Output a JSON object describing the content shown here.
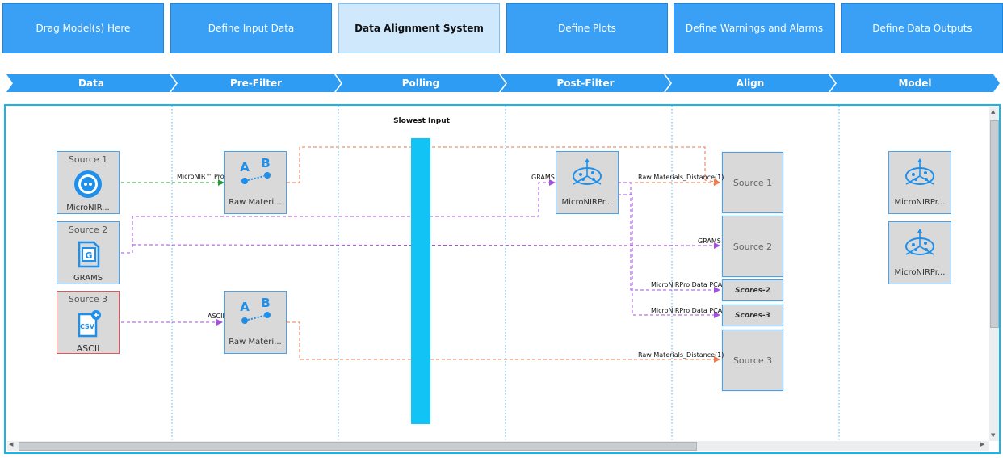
{
  "tabs": [
    {
      "label": "Drag Model(s) Here"
    },
    {
      "label": "Define Input Data"
    },
    {
      "label": "Data Alignment System"
    },
    {
      "label": "Define Plots"
    },
    {
      "label": "Define Warnings and Alarms"
    },
    {
      "label": "Define Data Outputs"
    }
  ],
  "stages": [
    {
      "label": "Data"
    },
    {
      "label": "Pre-Filter"
    },
    {
      "label": "Polling"
    },
    {
      "label": "Post-Filter"
    },
    {
      "label": "Align"
    },
    {
      "label": "Model"
    }
  ],
  "polling": {
    "label": "Slowest Input"
  },
  "sources": [
    {
      "title": "Source 1",
      "label": "MicroNIR...",
      "icon": "micronir-device-icon"
    },
    {
      "title": "Source 2",
      "label": "GRAMS",
      "icon": "grams-file-icon"
    },
    {
      "title": "Source 3",
      "label": "ASCII",
      "icon": "csv-file-icon"
    }
  ],
  "prefilters": [
    {
      "label": "Raw Materi...",
      "icon": "a-b-transform-icon"
    },
    {
      "label": "Raw Materi...",
      "icon": "a-b-transform-icon"
    }
  ],
  "postfilter": {
    "label": "MicroNIRPr...",
    "icon": "pca-model-icon"
  },
  "align_boxes": [
    {
      "label": "Source 1"
    },
    {
      "label": "Source 2"
    },
    {
      "label": "Scores-2"
    },
    {
      "label": "Scores-3"
    },
    {
      "label": "Source 3"
    }
  ],
  "models": [
    {
      "label": "MicroNIRPr...",
      "icon": "pca-model-icon"
    },
    {
      "label": "MicroNIRPr...",
      "icon": "pca-model-icon"
    }
  ],
  "wire_labels": {
    "micronir_pro": "MicroNIR™ Pro",
    "ascii": "ASCII",
    "grams_in": "GRAMS",
    "raw_dist_1": "Raw Materials_Distance(1)",
    "grams_align": "GRAMS",
    "pca_2": "MicroNIRPro Data PCA",
    "pca_3": "MicroNIRPro Data PCA",
    "raw_dist_3": "Raw Materials_Distance(1)"
  },
  "colors": {
    "tab": "#3aa0f5",
    "tab_active": "#cfe8fc",
    "canvas_border": "#17b6e8",
    "polling_bar": "#12c3f5",
    "wire_green": "#2a9a3a",
    "wire_purple": "#a64ee0",
    "wire_orange": "#f07a4a"
  }
}
